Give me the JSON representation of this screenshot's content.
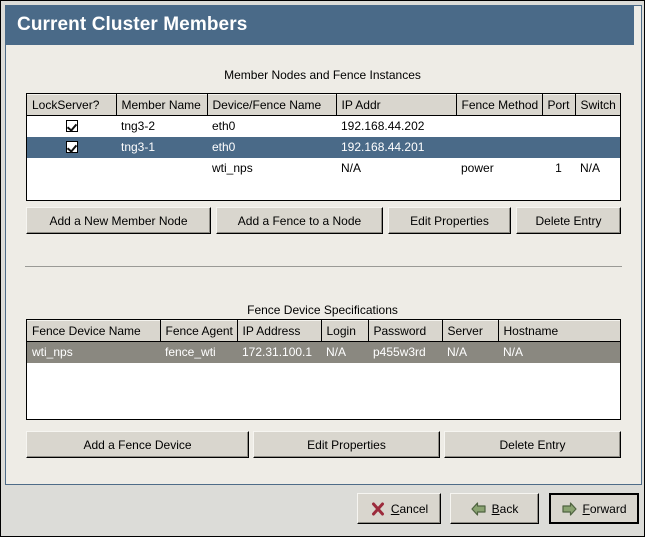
{
  "window": {
    "title": "Current Cluster Members",
    "title_bg": "#4a6a88",
    "title_fg": "#ffffff",
    "panel_bg": "#eeece6"
  },
  "members_section": {
    "caption": "Member Nodes and Fence Instances",
    "columns": [
      "LockServer?",
      "Member Name",
      "Device/Fence Name",
      "IP Addr",
      "Fence Method",
      "Port",
      "Switch"
    ],
    "rows": [
      {
        "lockserver": "checked",
        "member_name": "tng3-2",
        "device_fence_name": "eth0",
        "ip_addr": "192.168.44.202",
        "fence_method": "",
        "port": "",
        "switch": "",
        "selected": false
      },
      {
        "lockserver": "checked",
        "member_name": "tng3-1",
        "device_fence_name": "eth0",
        "ip_addr": "192.168.44.201",
        "fence_method": "",
        "port": "",
        "switch": "",
        "selected": true
      },
      {
        "lockserver": "",
        "member_name": "",
        "device_fence_name": "wti_nps",
        "ip_addr": "N/A",
        "fence_method": "power",
        "port": "1",
        "switch": "N/A",
        "selected": false
      }
    ],
    "selection_color": "#4a6a88",
    "buttons": [
      "Add a New Member Node",
      "Add a Fence to a Node",
      "Edit Properties",
      "Delete Entry"
    ]
  },
  "fence_section": {
    "caption": "Fence Device Specifications",
    "columns": [
      "Fence Device Name",
      "Fence Agent",
      "IP Address",
      "Login",
      "Password",
      "Server",
      "Hostname"
    ],
    "rows": [
      {
        "fence_device_name": "wti_nps",
        "fence_agent": "fence_wti",
        "ip_address": "172.31.100.1",
        "login": "N/A",
        "password": "p455w3rd",
        "server": "N/A",
        "hostname": "N/A",
        "selected": true
      }
    ],
    "selection_color": "#8a8880",
    "buttons": [
      "Add a Fence Device",
      "Edit Properties",
      "Delete Entry"
    ]
  },
  "action_buttons": {
    "cancel": {
      "label_pre": "",
      "mnemonic": "C",
      "label_post": "ancel",
      "icon": "cancel-x-icon",
      "icon_color": "#9c2b3c"
    },
    "back": {
      "label_pre": "",
      "mnemonic": "B",
      "label_post": "ack",
      "icon": "arrow-left-icon",
      "icon_color": "#7d9668"
    },
    "forward": {
      "label_pre": "",
      "mnemonic": "F",
      "label_post": "orward",
      "icon": "arrow-right-icon",
      "icon_color": "#7d9668",
      "is_default": true
    }
  }
}
